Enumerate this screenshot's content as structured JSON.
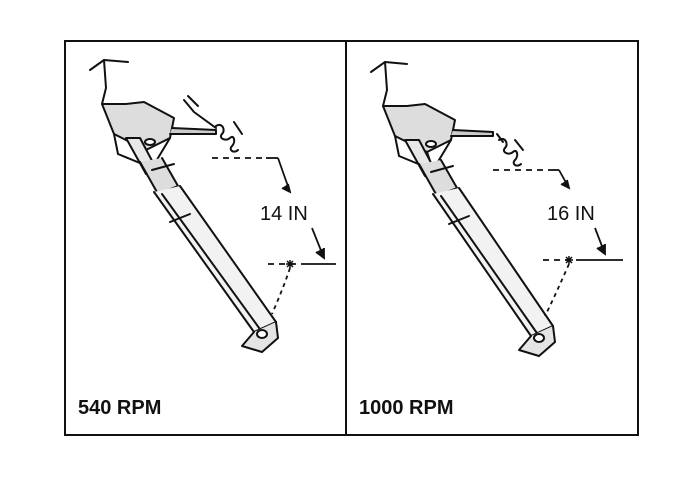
{
  "figure": {
    "panels": [
      {
        "rpm_label": "540 RPM",
        "dimension_label": "14 IN"
      },
      {
        "rpm_label": "1000 RPM",
        "dimension_label": "16 IN"
      }
    ]
  }
}
